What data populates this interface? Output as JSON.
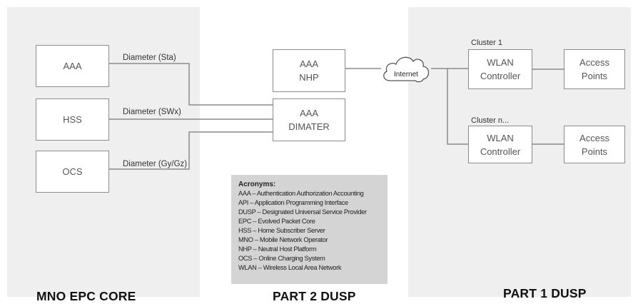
{
  "regions": {
    "left_title": "MNO EPC CORE",
    "center_title": "PART 2 DUSP",
    "right_title": "PART 1 DUSP"
  },
  "nodes": {
    "aaa": "AAA",
    "hss": "HSS",
    "ocs": "OCS",
    "aaa_nhp": "AAA\nNHP",
    "aaa_dimater": "AAA\nDIMATER",
    "internet": "Internet",
    "wlan_controller_1": "WLAN\nController",
    "access_points_1": "Access\nPoints",
    "wlan_controller_n": "WLAN\nController",
    "access_points_n": "Access\nPoints"
  },
  "labels": {
    "diameter_sta": "Diameter (Sta)",
    "diameter_swx": "Diameter (SWx)",
    "diameter_gygz": "Diameter (Gy/Gz)",
    "cluster_1": "Cluster 1",
    "cluster_n": "Cluster n..."
  },
  "acronyms": {
    "title": "Acronyms:",
    "items": [
      "AAA – Authentication Authorization Accounting",
      "API – Application Programming Interface",
      "DUSP – Designated Universal Service Provider",
      "EPC – Evolved Packet Core",
      "HSS – Home Subscriber Server",
      "MNO – Mobile Network Operator",
      "NHP – Neutral Host Platform",
      "OCS – Online Charging System",
      "WLAN – Wireless Local Area Network"
    ]
  },
  "colors": {
    "region_bg": "#efefef",
    "box_border": "#8c8c8c",
    "connector": "#8c8c8c",
    "acronym_bg": "#d4d4d4"
  }
}
